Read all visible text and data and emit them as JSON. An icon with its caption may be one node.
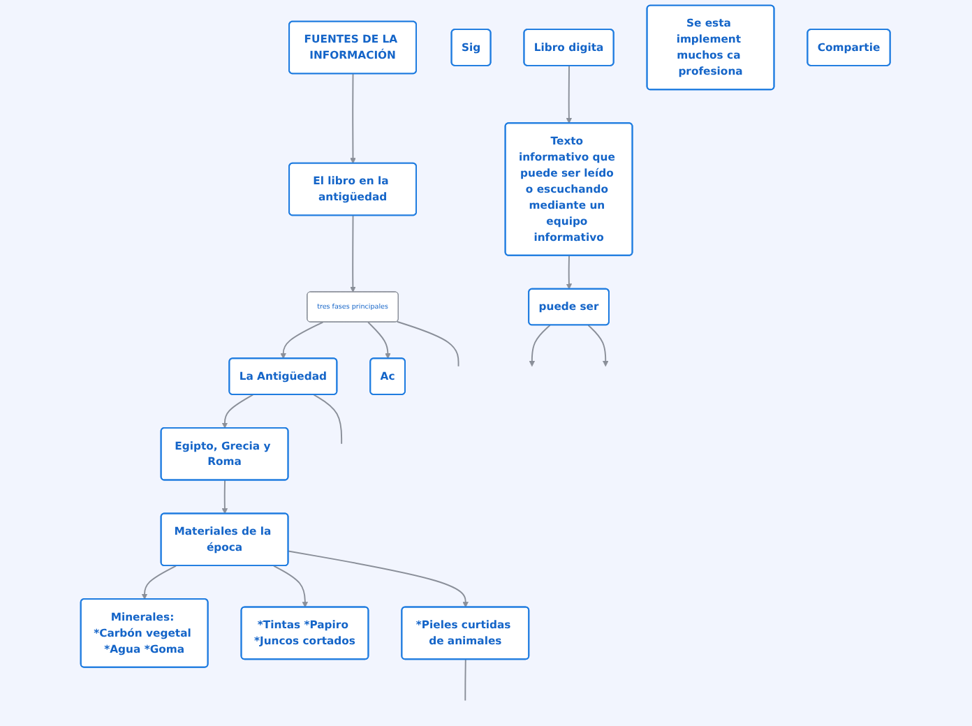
{
  "diagram": {
    "nodes": [
      {
        "text": [
          "FUENTES DE LA INFORMACIÓN"
        ]
      },
      {
        "text": [
          "El libro en la antigüedad"
        ]
      },
      {
        "text": [
          "tres fases principales"
        ]
      },
      {
        "text": [
          "La Antigüedad"
        ]
      },
      {
        "text": [
          "Ac"
        ]
      },
      {
        "text": [
          "Sig"
        ]
      },
      {
        "text": [
          "Egipto, Grecia y Roma"
        ]
      },
      {
        "text": [
          "Libro digita"
        ]
      },
      {
        "text": [
          "Texto informativo que puede ser leído o escuchando mediante un equipo informativo"
        ]
      },
      {
        "text": [
          "Materiales de la época"
        ]
      },
      {
        "text": [
          "Se esta implement muchos ca profesiona"
        ]
      },
      {
        "text": [
          "puede ser"
        ]
      },
      {
        "text": [
          "Minerales: *Carbón vegetal *Agua *Goma"
        ]
      },
      {
        "text": [
          "*Tintas *Papiro *Juncos cortados"
        ]
      },
      {
        "text": [
          "*Pieles curtidas de animales"
        ]
      },
      {
        "text": [
          "Compartie"
        ]
      }
    ],
    "edges": [
      {
        "from": 0,
        "to": 1,
        "arrow": "to"
      },
      {
        "from": 1,
        "to": 2,
        "arrow": "to"
      },
      {
        "from": 2,
        "to": 3,
        "arrow": "to"
      },
      {
        "from": 2,
        "to": 4,
        "arrow": "to"
      },
      {
        "from": 3,
        "to": null,
        "arrow": "none"
      },
      {
        "from": 3,
        "to": 6,
        "arrow": "to"
      },
      {
        "from": 2,
        "to": null,
        "arrow": "none"
      },
      {
        "from": 7,
        "to": 8,
        "arrow": "to"
      },
      {
        "from": 6,
        "to": 9,
        "arrow": "to"
      },
      {
        "from": 8,
        "to": 11,
        "arrow": "to"
      },
      {
        "from": 9,
        "to": 13,
        "arrow": "to"
      },
      {
        "from": 9,
        "to": 14,
        "arrow": "to"
      },
      {
        "from": 9,
        "to": 12,
        "arrow": "to"
      },
      {
        "from": 11,
        "to": null,
        "arrow": "to"
      },
      {
        "from": 11,
        "to": null,
        "arrow": "to"
      },
      {
        "from": 14,
        "to": null,
        "arrow": "none"
      }
    ]
  }
}
